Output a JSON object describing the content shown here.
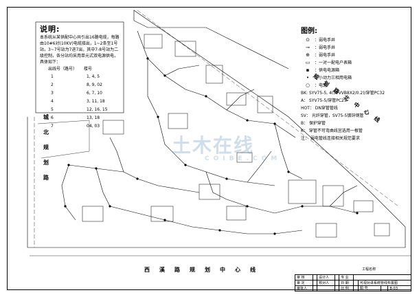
{
  "notes": {
    "title": "说明:",
    "paragraph": "本系统从某供配中心共引出16路电缆，每路由10#6对(10KV)电缆接出，1~2条至1号站，3~7号站为7进7出，其中7-8号站为二级控制，各分站均采用单元式双电源供电，具体如下：",
    "table_headers": [
      "出线号（路号）",
      "楼号"
    ],
    "rows": [
      {
        "line": "1",
        "building": "1, 4, 5"
      },
      {
        "line": "2",
        "building": "8, 9, 02"
      },
      {
        "line": "3",
        "building": "6, 7, 10"
      },
      {
        "line": "4",
        "building": "3, 11, 18"
      },
      {
        "line": "5",
        "building": "12, 16, 15"
      },
      {
        "line": "6",
        "building": "13, 18"
      },
      {
        "line": "7",
        "building": "04, 03"
      }
    ]
  },
  "legend": {
    "title": "图例:",
    "items": [
      {
        "icon": "symbol-circle-dot-icon",
        "label": "：弱电手井"
      },
      {
        "icon": "symbol-line-dot-icon",
        "label": "：弱电手井"
      },
      {
        "icon": "symbol-circle-cross-icon",
        "label": "：弱电手井"
      },
      {
        "icon": "symbol-square-icon",
        "label": "：一对一配电户表箱"
      },
      {
        "icon": "symbol-square-small-icon",
        "label": "：供电电源箱"
      },
      {
        "icon": "symbol-dot-icon",
        "label": "：小动力三相用电箱"
      },
      {
        "icon": "symbol-circle-icon",
        "label": "：电源"
      },
      {
        "icon": "",
        "label": "BK: SYV75-5, 4(SPVVB8X2/0.2)/穿管PC32"
      },
      {
        "icon": "",
        "label": "A： SYV75-5/穿管PC25"
      },
      {
        "icon": "",
        "label": "HOT： DN穿管管线"
      },
      {
        "icon": "",
        "label": "SV： 光纤穿管，SV75-5镀锌钢管"
      },
      {
        "icon": "",
        "label": "B： 保护穿管"
      },
      {
        "icon": "",
        "label": "K： 穿管不可弯曲线宜选用一根管"
      },
      {
        "icon": "",
        "label": "注： 弱电管线连接相关规范要求"
      }
    ]
  },
  "roads": {
    "bottom": "西溪路规划中心线",
    "left": "城北规划路",
    "right": "规划路北中心线"
  },
  "watermark": {
    "main": "土木在线",
    "sub": "COIBE.COM"
  },
  "title_block": {
    "project_name": "工程名称",
    "row1": [
      "审 核",
      "",
      "设计人",
      "",
      "专 业"
    ],
    "row2": [
      "审 定",
      "",
      "校对人",
      "",
      "日 期",
      "",
      "可视对讲系统管线布置图"
    ],
    "row3": [
      "审批人",
      "",
      "",
      "",
      "比 例",
      "",
      "图 号",
      "",
      "B-03"
    ]
  }
}
